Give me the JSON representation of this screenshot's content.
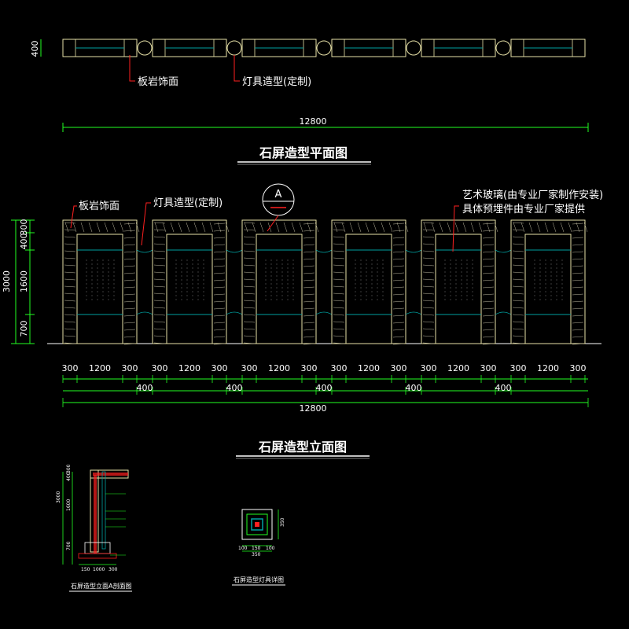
{
  "plan": {
    "depth_dim": "400",
    "label_slate": "板岩饰面",
    "label_lamp": "灯具造型(定制)",
    "total_dim": "12800",
    "title": "石屏造型平面图"
  },
  "elevation": {
    "label_slate": "板岩饰面",
    "label_lamp": "灯具造型(定制)",
    "label_glass_1": "艺术玻璃(由专业厂家制作安装)",
    "label_glass_2": "具体预埋件由专业厂家提供",
    "section_marker": "A",
    "height_total": "3000",
    "height_dims": [
      "300",
      "400",
      "1600",
      "700"
    ],
    "dims_row1": [
      "300",
      "1200",
      "300",
      "300",
      "1200",
      "300",
      "300",
      "1200",
      "300",
      "300",
      "1200",
      "300",
      "300",
      "1200",
      "300",
      "300",
      "1200",
      "300"
    ],
    "dims_row2": [
      "400",
      "400",
      "400",
      "400",
      "400"
    ],
    "total_dim": "12800",
    "title": "石屏造型立面图"
  },
  "section": {
    "title": "石屏造型立面A剖面图",
    "dims_left": [
      "3000",
      "1600",
      "400",
      "300",
      "700"
    ],
    "dims_bottom": [
      "150",
      "1000",
      "300"
    ]
  },
  "detail": {
    "title": "石屏造型灯具详图",
    "dims_bottom": [
      "100",
      "150",
      "100"
    ],
    "dim_total": "350",
    "dim_side": "350"
  },
  "colors": {
    "background": "#000000",
    "frame": "#e8e2a8",
    "glass": "#00a0a0",
    "dim_line": "#22ff22",
    "text": "#ffffff",
    "accent_red": "#ff2020"
  }
}
